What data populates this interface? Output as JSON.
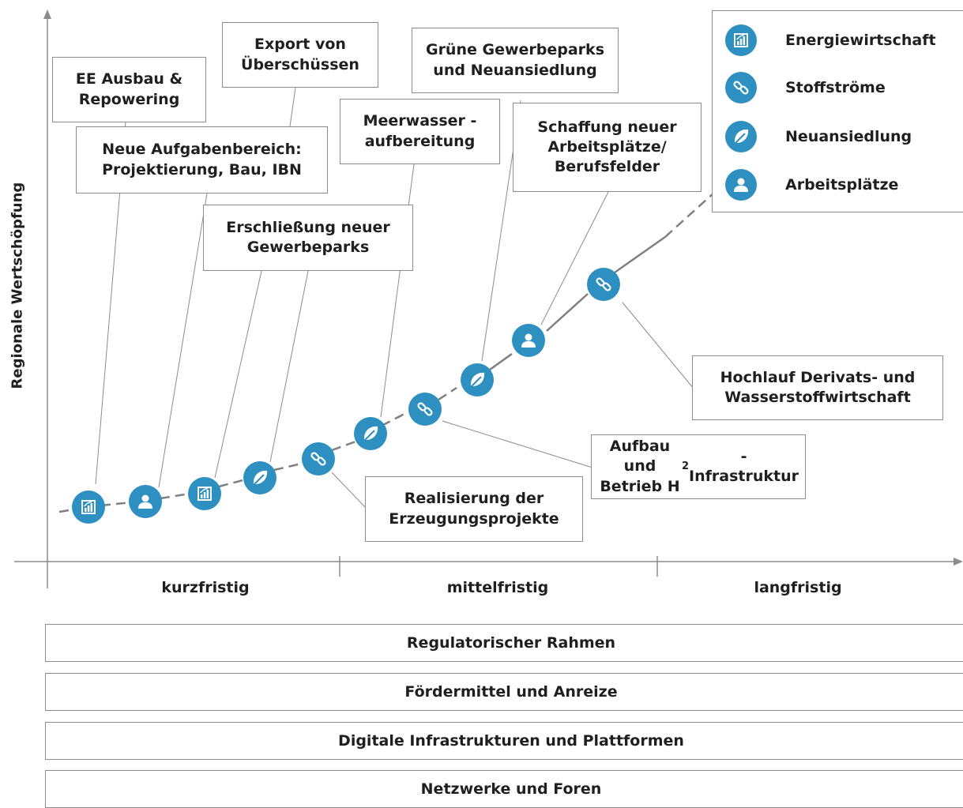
{
  "axes": {
    "y_label": "Regionale Wertschöpfung",
    "periods": [
      "kurzfristig",
      "mittelfristig",
      "langfristig"
    ]
  },
  "milestones": [
    "EE Ausbau & Repowering",
    "Export von Überschüssen",
    "Grüne Gewerbeparks und Neuansiedlung",
    "Neue Aufgabenbereich: Projektierung, Bau, IBN",
    "Meerwasser -aufbereitung",
    "Schaffung neuer Arbeitsplätze/ Berufsfelder",
    "Erschließung neuer Gewerbeparks",
    "Hochlauf Derivats- und Wasserstoffwirtschaft",
    "Aufbau und Betrieb H2-Infrastruktur",
    "Realisierung der Erzeugungsprojekte"
  ],
  "legend": [
    {
      "icon": "chart-icon",
      "label": "Energiewirtschaft"
    },
    {
      "icon": "link-icon",
      "label": "Stoffströme"
    },
    {
      "icon": "leaf-icon",
      "label": "Neuansiedlung"
    },
    {
      "icon": "person-icon",
      "label": "Arbeitsplätze"
    }
  ],
  "bands": [
    "Regulatorischer Rahmen",
    "Fördermittel und Anreize",
    "Digitale Infrastrukturen und Plattformen",
    "Netzwerke und Foren"
  ],
  "colors": {
    "accent": "#2e8fc1",
    "line": "#7f7f7f",
    "border": "#8c8c8c"
  }
}
